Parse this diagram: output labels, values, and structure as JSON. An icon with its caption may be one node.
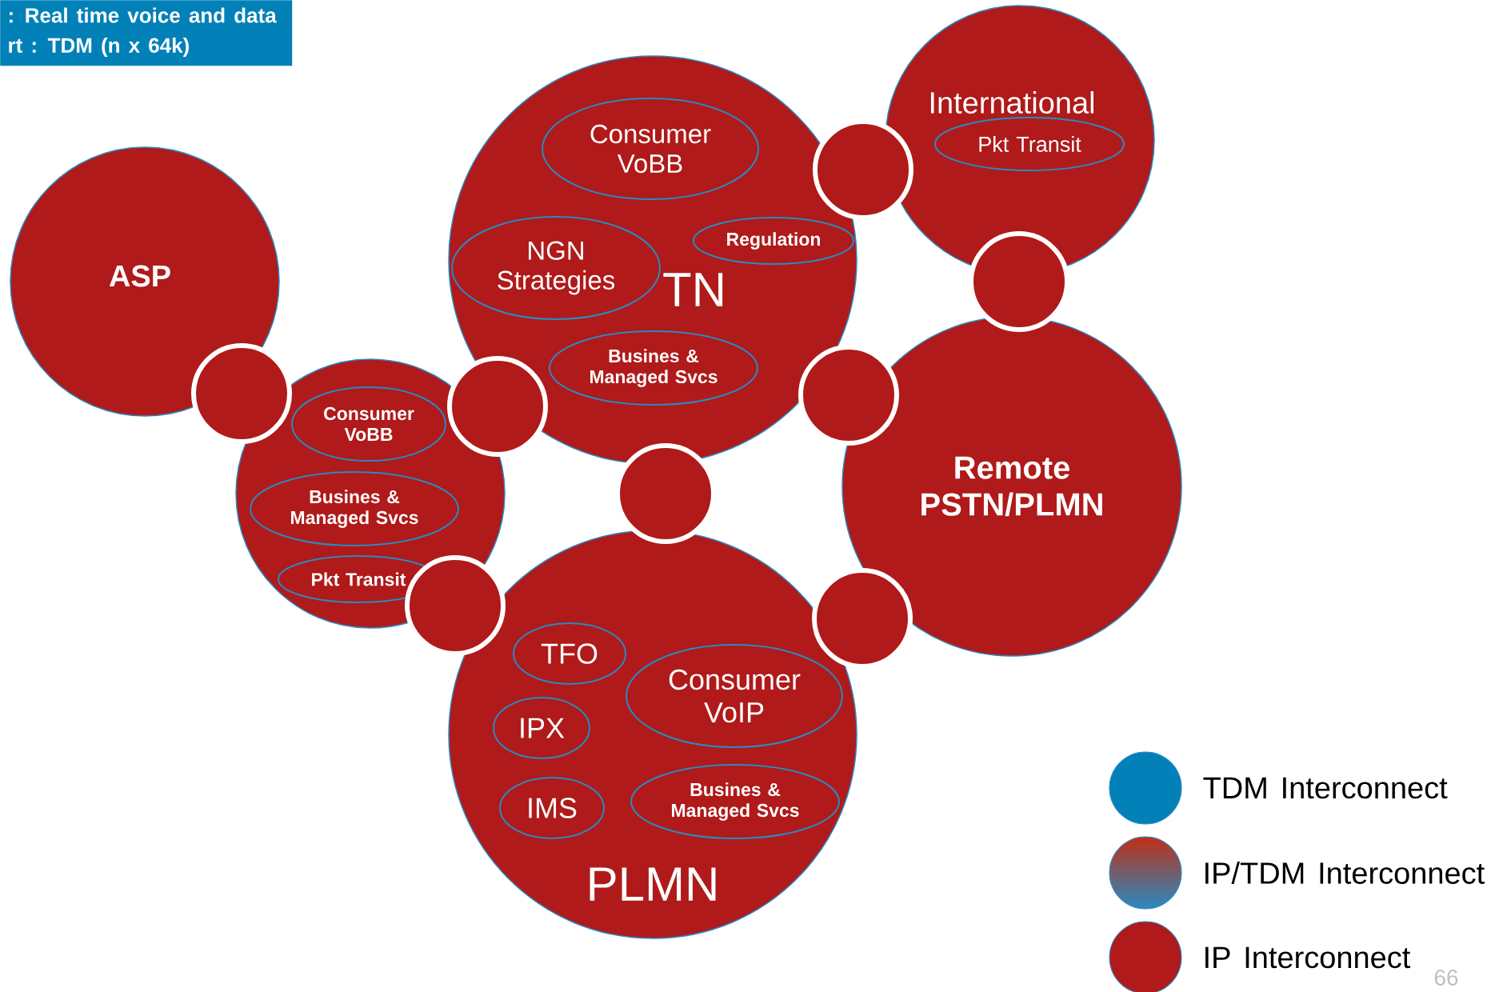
{
  "diagram": {
    "nodes": [
      {
        "text": [
          ":   Real time voice and data",
          "rt : TDM (n x 64k)"
        ]
      },
      {
        "text": [
          "TN"
        ]
      },
      {
        "text": [
          "Consumer VoBB"
        ],
        "in": 1
      },
      {
        "text": [
          "NGN Strategies"
        ],
        "in": 1
      },
      {
        "text": [
          "Regulation"
        ],
        "in": 1
      },
      {
        "text": [
          "Busines & Managed Svcs"
        ],
        "in": 1
      },
      {
        "text": [
          "International"
        ]
      },
      {
        "text": [
          "Pkt Transit"
        ],
        "in": 6
      },
      {
        "text": [
          "ASP"
        ]
      },
      {
        "text": [],
        "shape": "circle"
      },
      {
        "text": [
          "Consumer VoBB"
        ],
        "in": 9
      },
      {
        "text": [
          "Busines & Managed Svcs"
        ],
        "in": 9
      },
      {
        "text": [
          "Pkt Transit"
        ],
        "in": 9
      },
      {
        "text": [
          "Remote PSTN/PLMN"
        ]
      },
      {
        "text": [
          "PLMN"
        ]
      },
      {
        "text": [
          "TFO"
        ],
        "in": 14
      },
      {
        "text": [
          "Consumer VoIP"
        ],
        "in": 14
      },
      {
        "text": [
          "IPX"
        ],
        "in": 14
      },
      {
        "text": [
          "IMS"
        ],
        "in": 14
      },
      {
        "text": [
          "Busines & Managed Svcs"
        ],
        "in": 14
      },
      {
        "text": [],
        "shape": "circle"
      },
      {
        "text": [],
        "shape": "circle"
      },
      {
        "text": [],
        "shape": "circle"
      },
      {
        "text": [],
        "shape": "circle"
      },
      {
        "text": [],
        "shape": "circle"
      },
      {
        "text": [],
        "shape": "circle"
      },
      {
        "text": [],
        "shape": "circle"
      },
      {
        "text": [],
        "shape": "circle"
      }
    ],
    "labels": [
      "66"
    ],
    "legend": [
      {
        "text": "TDM Interconnect",
        "color": "#0281b8"
      },
      {
        "text": "IP/TDM Interconnect"
      },
      {
        "text": "IP Interconnect",
        "color": "#b01a1a"
      }
    ]
  }
}
